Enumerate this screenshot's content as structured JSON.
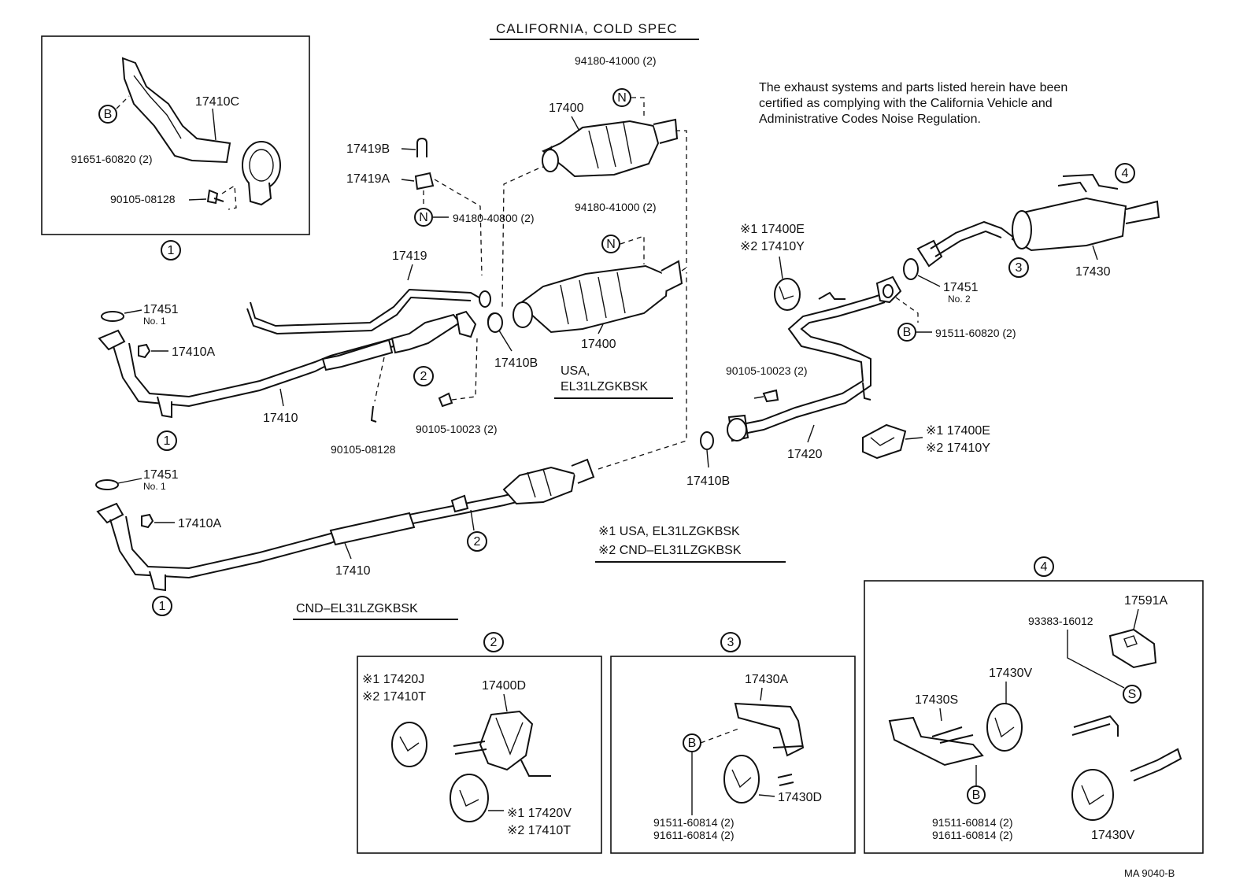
{
  "headers": {
    "california": "CALIFORNIA, COLD SPEC",
    "usa": "USA,",
    "usa_code": "EL31LZGKBSK",
    "cnd": "CND–EL31LZGKBSK"
  },
  "note": {
    "line1": "The exhaust systems and parts listed herein have been",
    "line2": "certified as complying with the California Vehicle and",
    "line3": "Administrative Codes Noise Regulation."
  },
  "legend": {
    "line1": "※1 USA, EL31LZGKBSK",
    "line2": "※2 CND–EL31LZGKBSK"
  },
  "callouts": {
    "c1": "1",
    "c2": "2",
    "c3": "3",
    "c4": "4",
    "B": "B",
    "N": "N",
    "S": "S"
  },
  "parts": {
    "p17410C": "17410C",
    "p91651": "91651-60820 (2)",
    "p90105_08128": "90105-08128",
    "p17419B": "17419B",
    "p17419A": "17419A",
    "p94180_40800": "94180-40800 (2)",
    "p94180_41000": "94180-41000 (2)",
    "p17400": "17400",
    "p17419": "17419",
    "p17451": "17451",
    "no1": "No. 1",
    "no2": "No. 2",
    "p17410A": "17410A",
    "p17410B": "17410B",
    "p17410": "17410",
    "p90105_10023": "90105-10023 (2)",
    "x1_17400E": "※1 17400E",
    "x2_17410Y": "※2 17410Y",
    "p91511_60820": "91511-60820 (2)",
    "p17420": "17420",
    "p17430": "17430",
    "p17430A": "17430A",
    "p17430D": "17430D",
    "p91511_60814": "91511-60814 (2)",
    "p91611_60814": "91611-60814 (2)",
    "x1_17420J": "※1 17420J",
    "x2_17410T": "※2 17410T",
    "p17400D": "17400D",
    "x1_17420V": "※1 17420V",
    "p17591A": "17591A",
    "p93383": "93383-16012",
    "p17430V": "17430V",
    "p17430S": "17430S"
  },
  "footer": {
    "code": "MA 9040-B"
  }
}
